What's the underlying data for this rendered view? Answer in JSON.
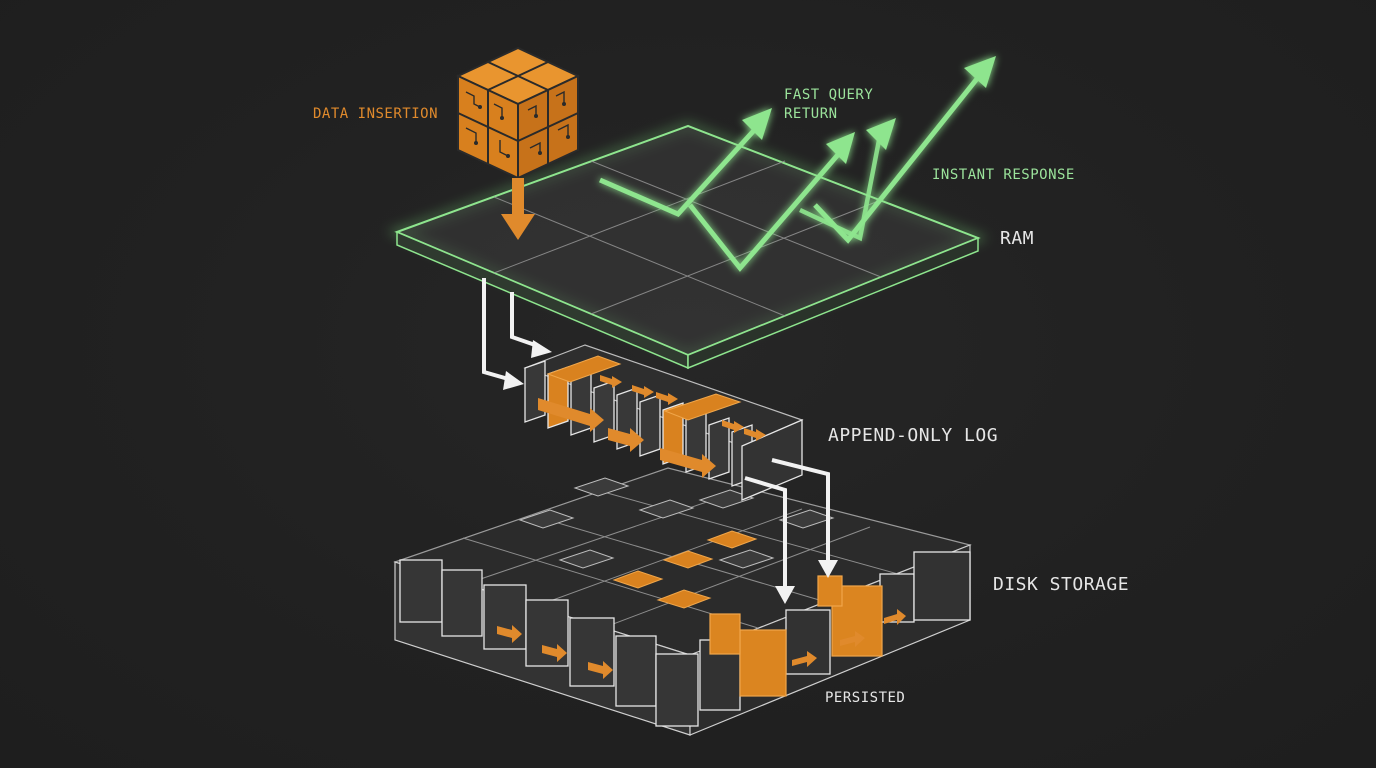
{
  "colors": {
    "background": "#212121",
    "accent_orange": "#e08a2c",
    "accent_green": "#8ee58e",
    "block_fill": "#3a3a3a",
    "stroke_light": "#e6e6e6"
  },
  "labels": {
    "data_insertion": "DATA INSERTION",
    "fast_query_line1": "FAST QUERY",
    "fast_query_line2": "RETURN",
    "instant_response": "INSTANT RESPONSE",
    "ram": "RAM",
    "append_only_log": "APPEND-ONLY LOG",
    "disk_storage": "DISK STORAGE",
    "persisted": "PERSISTED"
  },
  "icons": {
    "data_cube": "orange-circuit-cube-icon",
    "insert_arrow": "down-arrow-icon",
    "flush_arrows": "elbow-arrow-icon",
    "query_arrows": "rising-zigzag-arrow-icon"
  }
}
